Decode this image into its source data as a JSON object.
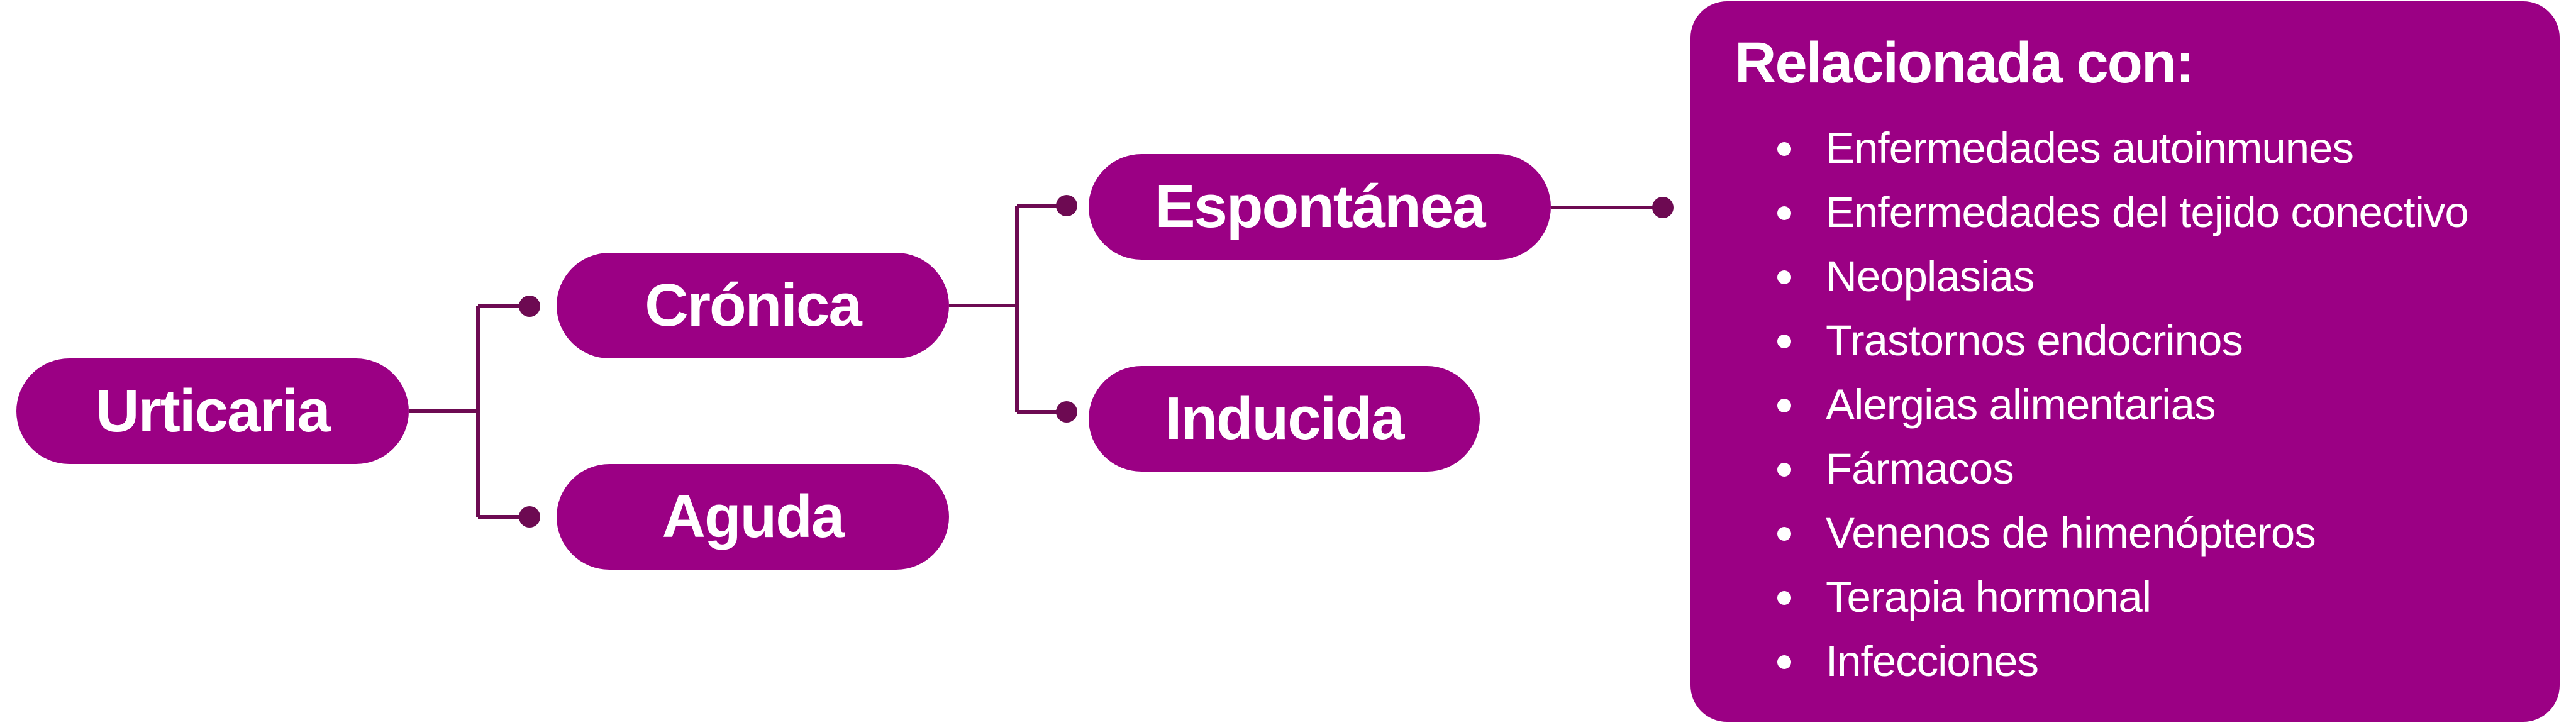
{
  "colors": {
    "node_fill": "#9b0084",
    "connector": "#6d0a52",
    "text": "#ffffff"
  },
  "diagram": {
    "root": {
      "label": "Urticaria"
    },
    "level1": [
      {
        "label": "Crónica"
      },
      {
        "label": "Aguda"
      }
    ],
    "level2": [
      {
        "label": "Espontánea"
      },
      {
        "label": "Inducida"
      }
    ],
    "related": {
      "title": "Relacionada con:",
      "items": [
        "Enfermedades autoinmunes",
        "Enfermedades del tejido conectivo",
        "Neoplasias",
        "Trastornos endocrinos",
        "Alergias alimentarias",
        "Fármacos",
        "Venenos de himenópteros",
        "Terapia hormonal",
        "Infecciones"
      ]
    }
  }
}
